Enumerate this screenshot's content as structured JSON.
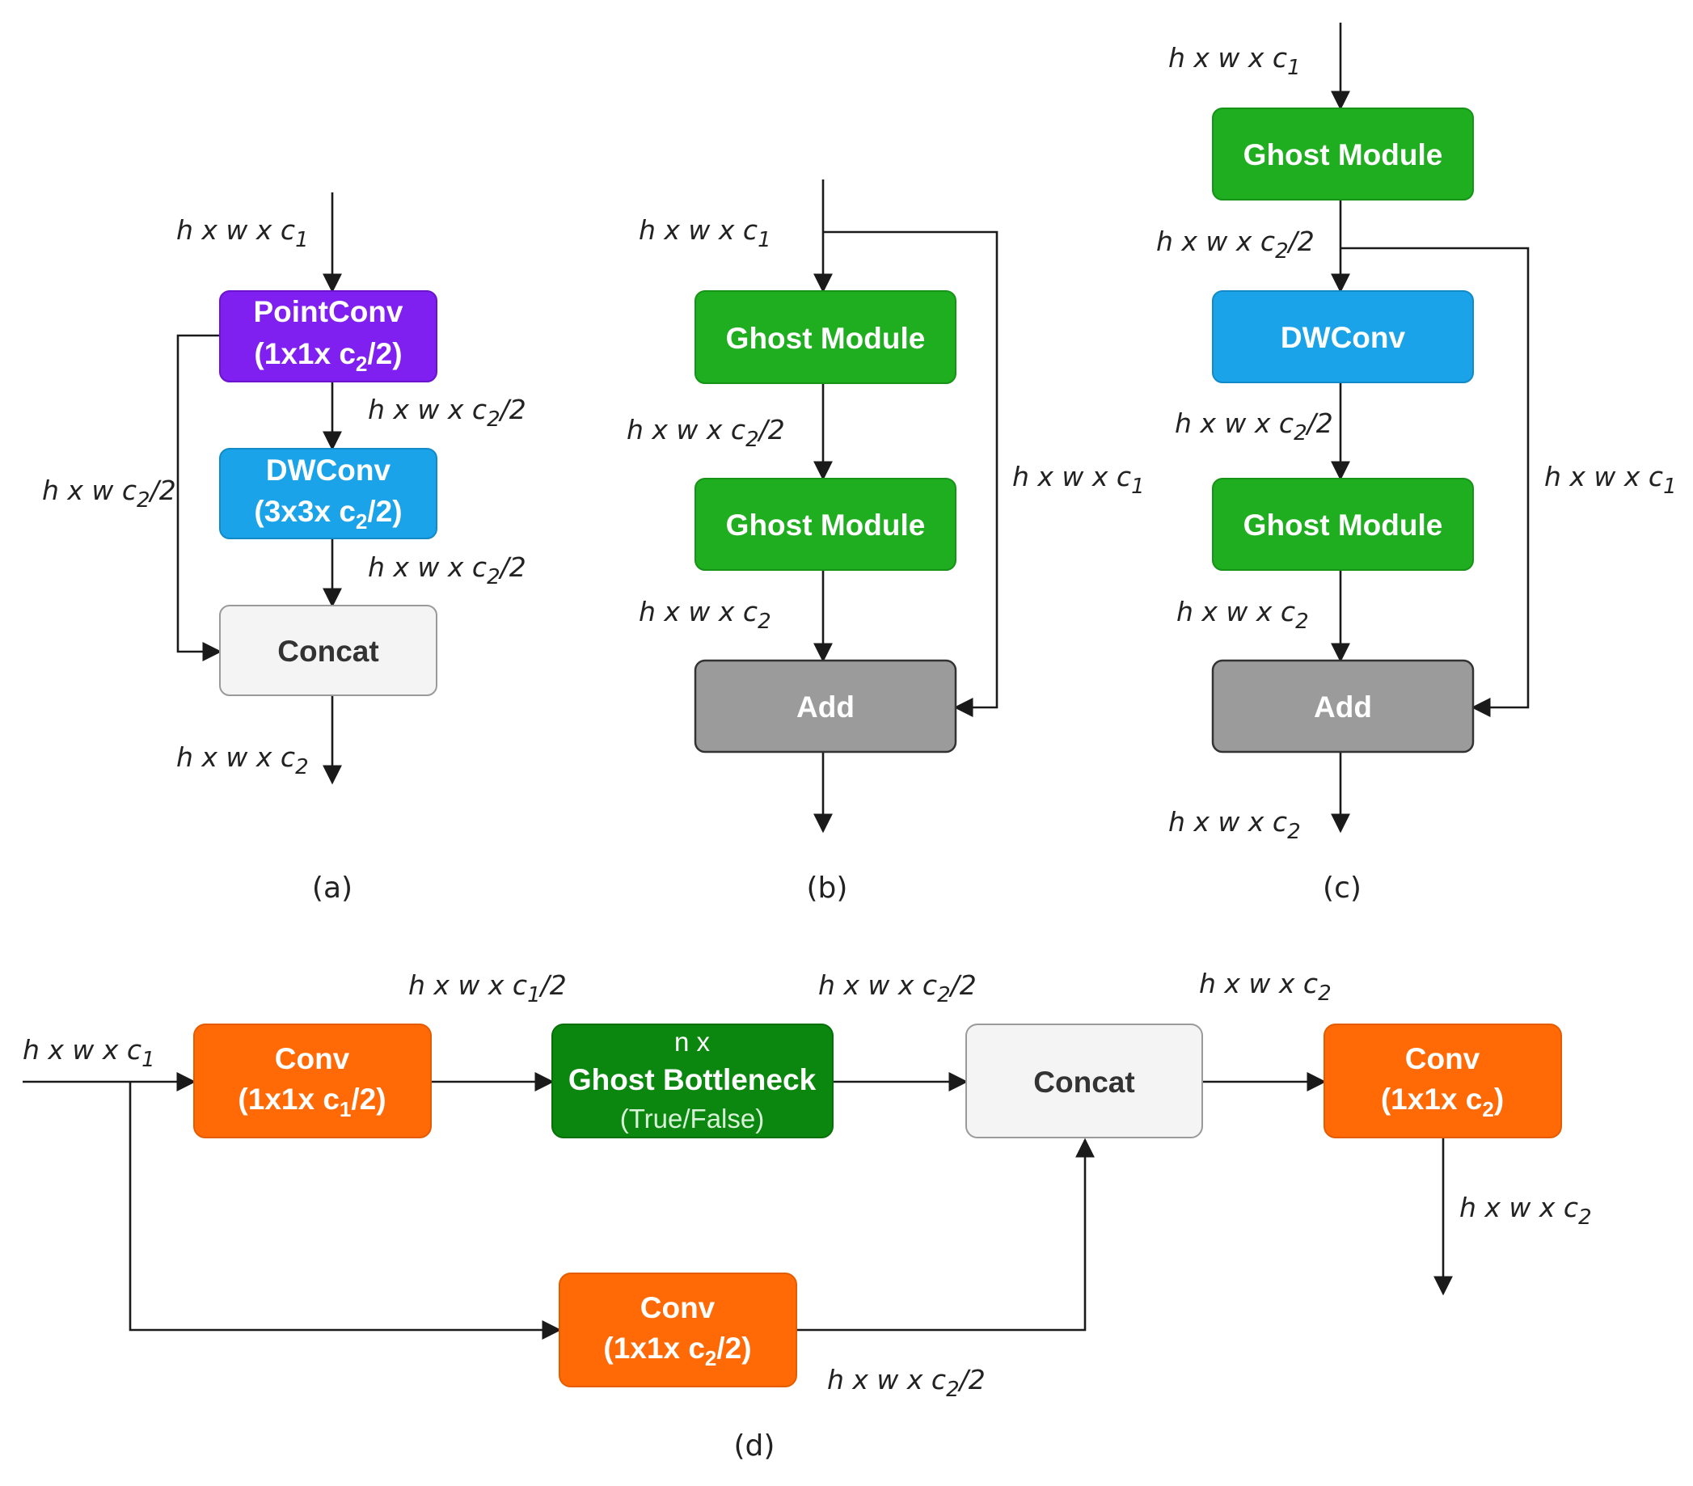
{
  "panel_a": {
    "caption": "(a)",
    "nodes": {
      "pointconv": {
        "label": "PointConv",
        "detail_main": "(1x1x c",
        "detail_sub": "2",
        "detail_tail": "/2)"
      },
      "dwconv": {
        "label": "DWConv",
        "detail_main": "(3x3x c",
        "detail_sub": "2",
        "detail_tail": "/2)"
      },
      "concat": {
        "label": "Concat"
      }
    },
    "dims": {
      "input": {
        "main": "h x w x c",
        "sub": "1",
        "tail": ""
      },
      "after_pointconv": {
        "main": "h x w x c",
        "sub": "2",
        "tail": "/2"
      },
      "after_dwconv": {
        "main": "h x w x c",
        "sub": "2",
        "tail": "/2"
      },
      "skip": {
        "main": "h x w c",
        "sub": "2",
        "tail": "/2"
      },
      "output": {
        "main": "h x w x c",
        "sub": "2",
        "tail": ""
      }
    }
  },
  "panel_b": {
    "caption": "(b)",
    "nodes": {
      "ghost1": {
        "label": "Ghost Module"
      },
      "ghost2": {
        "label": "Ghost Module"
      },
      "add": {
        "label": "Add"
      }
    },
    "dims": {
      "input": {
        "main": "h x w x c",
        "sub": "1",
        "tail": ""
      },
      "mid": {
        "main": "h x w x c",
        "sub": "2",
        "tail": "/2"
      },
      "after_ghost2": {
        "main": "h x w x c",
        "sub": "2",
        "tail": ""
      },
      "skip": {
        "main": "h x w x c",
        "sub": "1",
        "tail": ""
      }
    }
  },
  "panel_c": {
    "caption": "(c)",
    "nodes": {
      "ghost1": {
        "label": "Ghost Module"
      },
      "dwconv": {
        "label": "DWConv"
      },
      "ghost2": {
        "label": "Ghost Module"
      },
      "add": {
        "label": "Add"
      }
    },
    "dims": {
      "input": {
        "main": "h x w x c",
        "sub": "1",
        "tail": ""
      },
      "after_ghost1": {
        "main": "h x w x c",
        "sub": "2",
        "tail": "/2"
      },
      "after_dwconv": {
        "main": "h x w x c",
        "sub": "2",
        "tail": "/2"
      },
      "after_ghost2": {
        "main": "h x w x c",
        "sub": "2",
        "tail": ""
      },
      "skip": {
        "main": "h x w x c",
        "sub": "1",
        "tail": ""
      },
      "output": {
        "main": "h x w x c",
        "sub": "2",
        "tail": ""
      }
    }
  },
  "panel_d": {
    "caption": "(d)",
    "nodes": {
      "conv1": {
        "label": "Conv",
        "detail_main": "(1x1x c",
        "detail_sub": "1",
        "detail_tail": "/2)"
      },
      "bottleneck": {
        "prefix": "n x",
        "label": "Ghost Bottleneck",
        "suffix": "(True/False)"
      },
      "concat": {
        "label": "Concat"
      },
      "conv_out": {
        "label": "Conv",
        "detail_main": "(1x1x c",
        "detail_sub": "2",
        "detail_tail": ")"
      },
      "conv2": {
        "label": "Conv",
        "detail_main": "(1x1x c",
        "detail_sub": "2",
        "detail_tail": "/2)"
      }
    },
    "dims": {
      "input": {
        "main": "h x w x c",
        "sub": "1",
        "tail": ""
      },
      "after_conv1": {
        "main": "h x w x c",
        "sub": "1",
        "tail": "/2"
      },
      "after_bottleneck": {
        "main": "h x w x c",
        "sub": "2",
        "tail": "/2"
      },
      "after_concat": {
        "main": "h x w x c",
        "sub": "2",
        "tail": ""
      },
      "output": {
        "main": "h x w x c",
        "sub": "2",
        "tail": ""
      },
      "after_conv2": {
        "main": "h x w x c",
        "sub": "2",
        "tail": "/2"
      }
    }
  },
  "colors": {
    "purple": "#7f1ff0",
    "blue": "#1aa3e8",
    "green": "#1fae1f",
    "dark_green": "#0b870f",
    "orange": "#ff6a06",
    "gray_add": "#9b9b9b",
    "concat_fill": "#f4f4f4"
  }
}
